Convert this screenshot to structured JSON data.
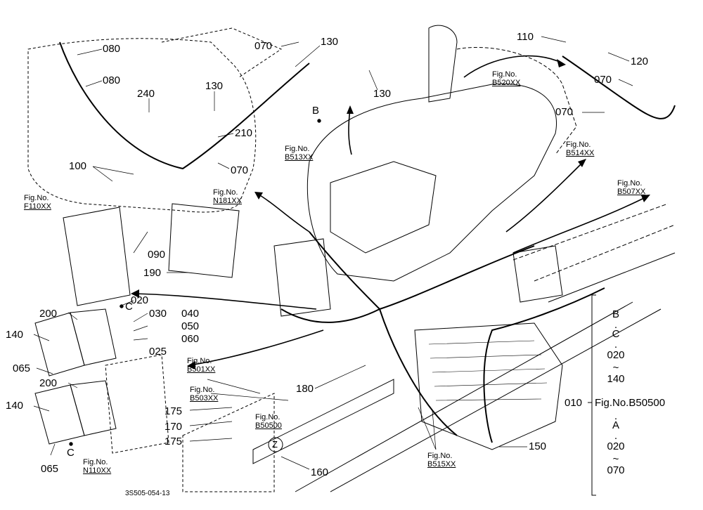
{
  "part_labels": {
    "p080a": "080",
    "p080b": "080",
    "p070a": "070",
    "p130a": "130",
    "p240": "240",
    "p130b": "130",
    "p130c": "130",
    "p210": "210",
    "p070b": "070",
    "p100": "100",
    "p090": "090",
    "p190": "190",
    "p110": "110",
    "p120": "120",
    "p070c": "070",
    "p070d": "070",
    "p020": "020",
    "p030": "030",
    "p040": "040",
    "p050": "050",
    "p060": "060",
    "p025": "025",
    "p200a": "200",
    "p140a": "140",
    "p065a": "065",
    "p200b": "200",
    "p140b": "140",
    "p065b": "065",
    "p180": "180",
    "p175a": "175",
    "p170": "170",
    "p175b": "175",
    "p160": "160",
    "p150": "150",
    "p010": "010",
    "refB": "B",
    "refC1": "C",
    "refC2": "C",
    "refZ": "Z"
  },
  "fig_refs": {
    "f110": {
      "prefix": "Fig.No.",
      "number": "F110XX"
    },
    "n181": {
      "prefix": "Fig.No.",
      "number": "N181XX"
    },
    "b513": {
      "prefix": "Fig.No.",
      "number": "B513XX"
    },
    "b520": {
      "prefix": "Fig.No.",
      "number": "B520XX"
    },
    "b514": {
      "prefix": "Fig.No.",
      "number": "B514XX"
    },
    "b507": {
      "prefix": "Fig.No.",
      "number": "B507XX"
    },
    "b501": {
      "prefix": "Fig.No.",
      "number": "B501XX"
    },
    "b503": {
      "prefix": "Fig.No.",
      "number": "B503XX"
    },
    "b50500": {
      "prefix": "Fig.No.",
      "number": "B50500"
    },
    "b515": {
      "prefix": "Fig.No.",
      "number": "B515XX"
    },
    "n110": {
      "prefix": "Fig.No.",
      "number": "N110XX"
    }
  },
  "side_legend": {
    "top_b": "B",
    "c": "C",
    "r1_start": "020",
    "r1_end": "140",
    "fig_text": "Fig.No.B50500",
    "a": "A",
    "r2_start": "020",
    "r2_end": "070",
    "dot": "·",
    "tilde": "~"
  },
  "drawing_number": "3S505-054-13"
}
